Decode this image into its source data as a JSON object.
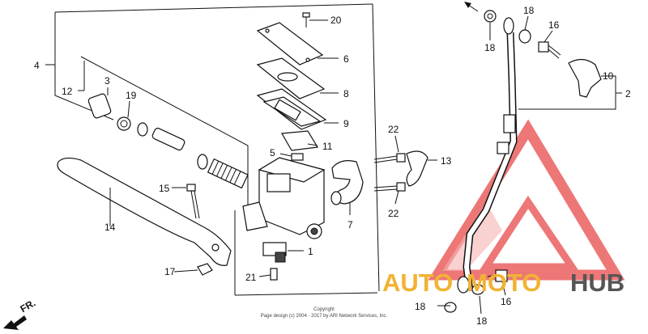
{
  "callouts": [
    {
      "id": "c20",
      "text": "20"
    },
    {
      "id": "c6",
      "text": "6"
    },
    {
      "id": "c8",
      "text": "8"
    },
    {
      "id": "c9",
      "text": "9"
    },
    {
      "id": "c11",
      "text": "11"
    },
    {
      "id": "c5",
      "text": "5"
    },
    {
      "id": "c7",
      "text": "7"
    },
    {
      "id": "c1",
      "text": "1"
    },
    {
      "id": "c21",
      "text": "21"
    },
    {
      "id": "c4",
      "text": "4"
    },
    {
      "id": "c12",
      "text": "12"
    },
    {
      "id": "c3",
      "text": "3"
    },
    {
      "id": "c19",
      "text": "19"
    },
    {
      "id": "c15",
      "text": "15"
    },
    {
      "id": "c14",
      "text": "14"
    },
    {
      "id": "c17",
      "text": "17"
    },
    {
      "id": "c22a",
      "text": "22"
    },
    {
      "id": "c22b",
      "text": "22"
    },
    {
      "id": "c13",
      "text": "13"
    },
    {
      "id": "c18a",
      "text": "18"
    },
    {
      "id": "c18b",
      "text": "18"
    },
    {
      "id": "c16a",
      "text": "16"
    },
    {
      "id": "c10",
      "text": "10"
    },
    {
      "id": "c2",
      "text": "2"
    },
    {
      "id": "c18c",
      "text": "18"
    },
    {
      "id": "c18d",
      "text": "18"
    },
    {
      "id": "c16b",
      "text": "16"
    }
  ],
  "direction_label": "FR.",
  "watermark": {
    "part1": "AUTO",
    "part2": "MOTO",
    "part3": "HUB",
    "color1": "#f2b233",
    "color2": "#555555",
    "logo_color": "#e84a4a"
  },
  "copyright": {
    "line1": "Copyright",
    "line2": "Page design (c) 2004 - 2017 by ARI Network Services, Inc."
  }
}
